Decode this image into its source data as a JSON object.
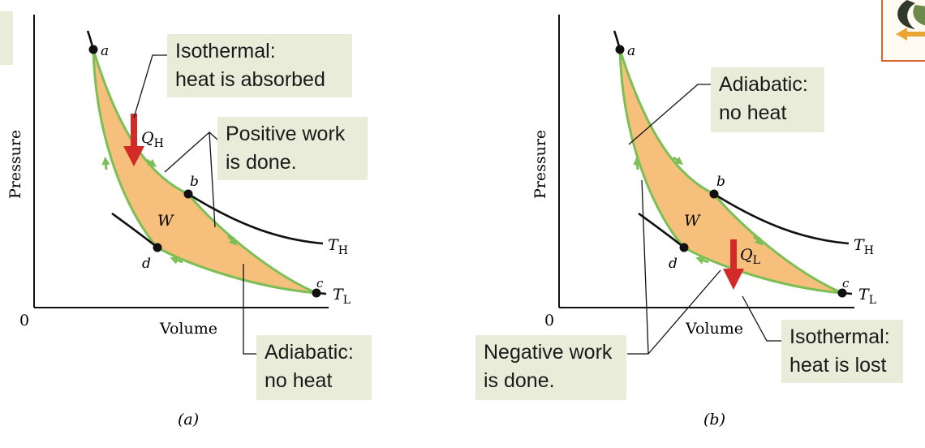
{
  "colors": {
    "cycle_fill": "#f6c07c",
    "cycle_edge": "#7cbf56",
    "heat_arrow": "#d22a27",
    "callout_bg": "#e9ecd9",
    "axis": "#111111",
    "logo_border": "#d5652b"
  },
  "panel_a": {
    "caption": "(a)",
    "xlabel": "Volume",
    "ylabel": "Pressure",
    "origin": "0",
    "points": {
      "a": "a",
      "b": "b",
      "c": "c",
      "d": "d"
    },
    "work_label": "W",
    "heat_label": "Q",
    "heat_sub": "H",
    "isotherm_high": "T",
    "isotherm_high_sub": "H",
    "isotherm_low": "T",
    "isotherm_low_sub": "L",
    "callout_isothermal": {
      "line1": "Isothermal:",
      "line2": "heat is absorbed"
    },
    "callout_work": {
      "line1": "Positive work",
      "line2": "is done."
    },
    "callout_adiabatic": {
      "line1": "Adiabatic:",
      "line2": "no heat"
    }
  },
  "panel_b": {
    "caption": "(b)",
    "xlabel": "Volume",
    "ylabel": "Pressure",
    "origin": "0",
    "points": {
      "a": "a",
      "b": "b",
      "c": "c",
      "d": "d"
    },
    "work_label": "W",
    "heat_label": "Q",
    "heat_sub": "L",
    "isotherm_high": "T",
    "isotherm_high_sub": "H",
    "isotherm_low": "T",
    "isotherm_low_sub": "L",
    "callout_adiabatic": {
      "line1": "Adiabatic:",
      "line2": "no heat"
    },
    "callout_work": {
      "line1": "Negative work",
      "line2": "is done."
    },
    "callout_isothermal": {
      "line1": "Isothermal:",
      "line2": "heat is lost"
    }
  }
}
